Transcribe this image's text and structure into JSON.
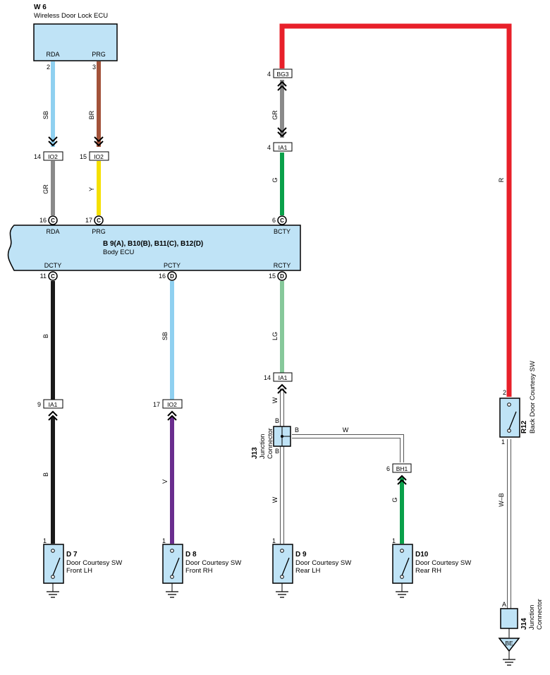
{
  "colors": {
    "box_fill": "#bfe3f6",
    "SB": "#8fd0f0",
    "BR": "#a3533a",
    "GR": "#8a8a8a",
    "Y": "#f5e000",
    "G": "#0aa04a",
    "R": "#e8202a",
    "B": "#1a1a1a",
    "LG": "#86c89a",
    "V": "#6a2d8e",
    "W": "#ffffff"
  },
  "components": {
    "w6": {
      "code": "W 6",
      "name": "Wireless Door Lock ECU",
      "pins": [
        "RDA",
        "PRG"
      ],
      "pin_numbers": [
        "2",
        "3"
      ]
    },
    "body_ecu": {
      "code": "B 9(A), B10(B), B11(C), B12(D)",
      "name": "Body ECU",
      "top_pins": [
        {
          "label": "RDA",
          "number": "16",
          "letter": "C"
        },
        {
          "label": "PRG",
          "number": "17",
          "letter": "C"
        },
        {
          "label": "BCTY",
          "number": "6",
          "letter": "C"
        }
      ],
      "bottom_pins": [
        {
          "label": "DCTY",
          "number": "11",
          "letter": "C"
        },
        {
          "label": "PCTY",
          "number": "16",
          "letter": "D"
        },
        {
          "label": "RCTY",
          "number": "15",
          "letter": "D"
        }
      ]
    },
    "d7": {
      "code": "D 7",
      "line1": "Door Courtesy SW",
      "line2": "Front LH",
      "pin": "1"
    },
    "d8": {
      "code": "D 8",
      "line1": "Door Courtesy SW",
      "line2": "Front RH",
      "pin": "1"
    },
    "d9": {
      "code": "D 9",
      "line1": "Door Courtesy SW",
      "line2": "Rear LH",
      "pin": "1"
    },
    "d10": {
      "code": "D10",
      "line1": "Door Courtesy SW",
      "line2": "Rear RH",
      "pin": "1"
    },
    "r12": {
      "code": "R12",
      "line1": "Back Door Courtesy SW",
      "pin_top": "2",
      "pin_bottom": "1"
    },
    "j13": {
      "code": "J13",
      "line1": "Junction",
      "line2": "Connector",
      "pins": [
        "B",
        "B",
        "B"
      ]
    },
    "j14": {
      "code": "J14",
      "line1": "Junction",
      "line2": "Connector",
      "pin": "A"
    },
    "ground_be": "BE"
  },
  "connectors": [
    {
      "id": "io2-a",
      "label": "IO2",
      "pin": "14"
    },
    {
      "id": "io2-b",
      "label": "IO2",
      "pin": "15"
    },
    {
      "id": "bg3",
      "label": "BG3",
      "pin": "4"
    },
    {
      "id": "ia1-top",
      "label": "IA1",
      "pin": "4"
    },
    {
      "id": "ia1-left",
      "label": "IA1",
      "pin": "9"
    },
    {
      "id": "io2-c",
      "label": "IO2",
      "pin": "17"
    },
    {
      "id": "ia1-mid",
      "label": "IA1",
      "pin": "14"
    },
    {
      "id": "bh1",
      "label": "BH1",
      "pin": "6"
    }
  ],
  "wire_labels": {
    "sb_top": "SB",
    "br_top": "BR",
    "gr_left": "GR",
    "y_mid": "Y",
    "gr_right": "GR",
    "g_right": "G",
    "r_long": "R",
    "b_upper": "B",
    "b_lower": "B",
    "sb_mid": "SB",
    "v_lower": "V",
    "lg_mid": "LG",
    "w_upper": "W",
    "w_lower": "W",
    "w_horiz": "W",
    "b_j13_right": "B",
    "g_d10": "G",
    "wb_r12": "W–B"
  }
}
